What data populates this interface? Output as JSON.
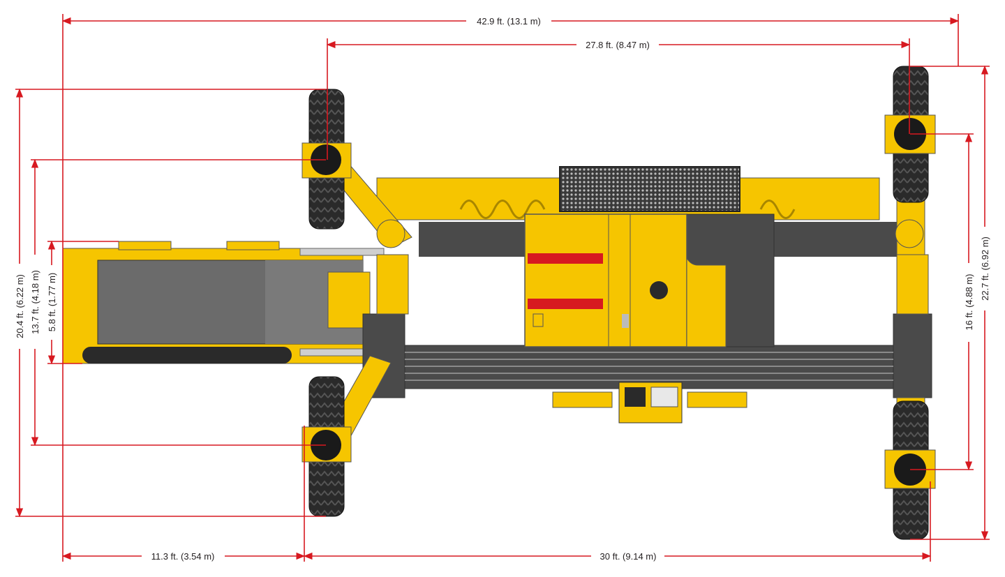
{
  "dimensions": {
    "overall_length": "42.9 ft. (13.1 m)",
    "track_center_distance": "27.8 ft. (8.47 m)",
    "overall_width_left": "20.4 ft. (6.22 m)",
    "front_track_width": "13.7 ft. (4.18 m)",
    "conveyor_width": "5.8 ft. (1.77 m)",
    "rear_track_width": "16 ft. (4.88 m)",
    "overall_width_right": "22.7 ft. (6.92 m)",
    "front_overhang": "11.3 ft. (3.54 m)",
    "wheelbase": "30 ft. (9.14 m)"
  },
  "colors": {
    "machine_yellow": "#f6c500",
    "dimension_red": "#d71920",
    "dark_grey": "#4a4a4a",
    "belt_grey": "#6b6b6b",
    "tire_black": "#2a2a2a"
  }
}
